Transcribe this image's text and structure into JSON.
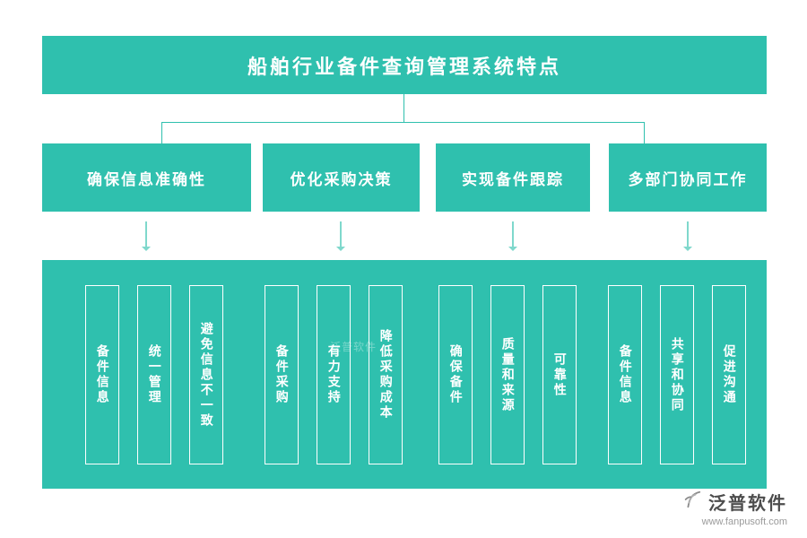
{
  "title": "船舶行业备件查询管理系统特点",
  "colors": {
    "teal": "#2fc0ae",
    "arrow": "#7fd8cc"
  },
  "branches": [
    {
      "label": "确保信息准确性",
      "items": [
        "备件信息",
        "统一管理",
        "避免信息不一致"
      ]
    },
    {
      "label": "优化采购决策",
      "items": [
        "备件采购",
        "有力支持",
        "降低采购成本"
      ]
    },
    {
      "label": "实现备件跟踪",
      "items": [
        "确保备件",
        "质量和来源",
        "可靠性"
      ]
    },
    {
      "label": "多部门协同工作",
      "items": [
        "备件信息",
        "共享和协同",
        "促进沟通"
      ]
    }
  ],
  "watermark": "泛普软件",
  "footer": {
    "brand": "泛普软件",
    "url": "www.fanpusoft.com"
  }
}
